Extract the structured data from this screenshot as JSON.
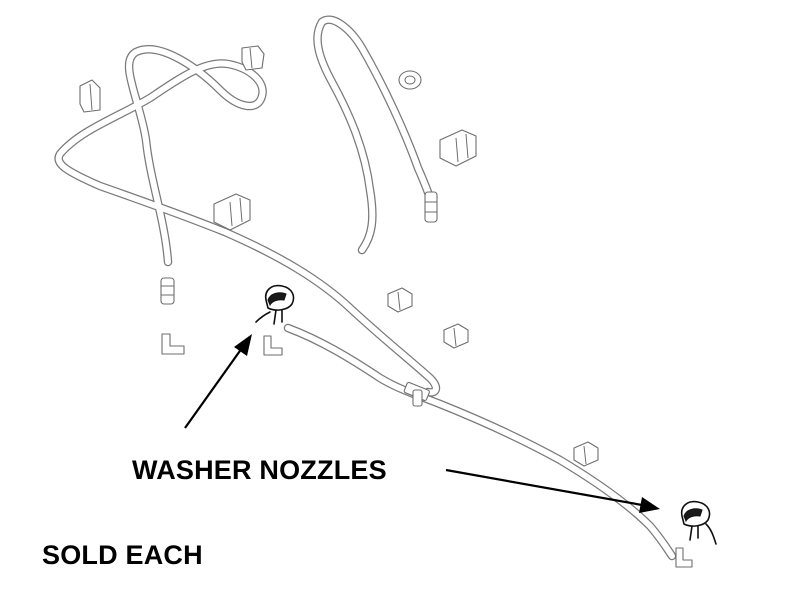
{
  "labels": {
    "washer_nozzles": "WASHER NOZZLES",
    "sold_each": "SOLD EACH"
  },
  "parts": [
    "washer-hose-left",
    "washer-hose-right",
    "washer-hose-lower",
    "washer-nozzle-left",
    "washer-nozzle-right",
    "hose-clip",
    "hose-connector",
    "t-joint",
    "elbow-fitting"
  ],
  "colors": {
    "line_art": "#7a7a7a",
    "nozzle": "#111111",
    "text": "#000000",
    "background": "#ffffff"
  }
}
